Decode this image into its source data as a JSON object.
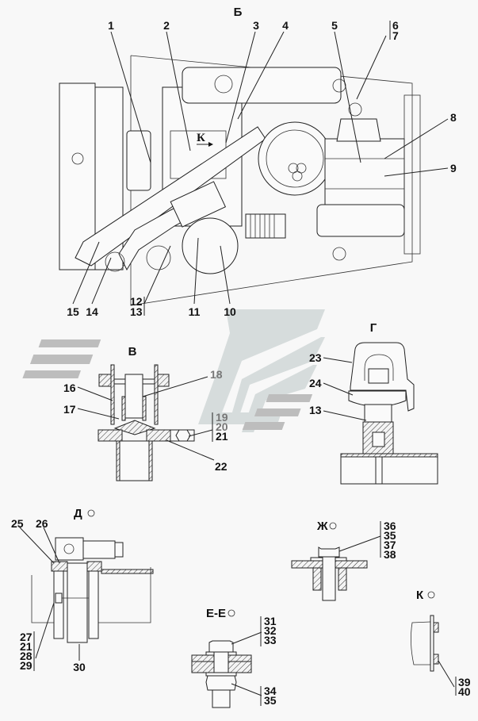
{
  "views": {
    "main": {
      "title": "Б"
    },
    "v": {
      "title": "В"
    },
    "g": {
      "title": "Г"
    },
    "d": {
      "title": "Д",
      "rotated_mark": true
    },
    "zh": {
      "title": "Ж",
      "rotated_mark": true
    },
    "ee": {
      "title": "Е-Е",
      "rotated_mark": true
    },
    "k": {
      "title": "К",
      "rotated_mark": true
    }
  },
  "inline_markers": {
    "k_arrow": "К"
  },
  "callouts": {
    "main": {
      "top": [
        "1",
        "2",
        "3",
        "4",
        "5"
      ],
      "group_6_7": [
        "6",
        "7"
      ],
      "right": [
        "8",
        "9"
      ],
      "bottom": [
        "15",
        "14",
        "11",
        "10"
      ],
      "group_12_13": [
        "12",
        "13"
      ]
    },
    "v": {
      "left": [
        "16",
        "17"
      ],
      "n18": "18",
      "group_19_21": [
        "19",
        "20",
        "21"
      ],
      "n22": "22"
    },
    "g": {
      "left": [
        "23",
        "24",
        "13"
      ]
    },
    "d": {
      "top": [
        "25",
        "26"
      ],
      "group_27_29": [
        "27",
        "21",
        "28",
        "29"
      ],
      "n30": "30"
    },
    "zh": {
      "group": [
        "36",
        "35",
        "37",
        "38"
      ]
    },
    "ee": {
      "group_top": [
        "31",
        "32",
        "33"
      ],
      "group_bottom": [
        "34",
        "35"
      ]
    },
    "k": {
      "group": [
        "39",
        "40"
      ]
    }
  }
}
